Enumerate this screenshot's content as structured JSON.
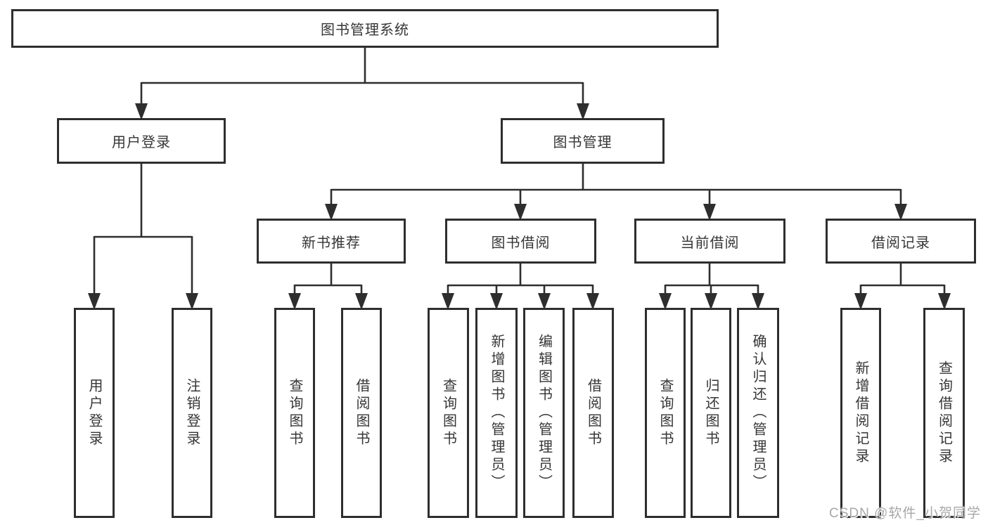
{
  "tree": {
    "root": {
      "label": "图书管理系统"
    },
    "level2": [
      {
        "label": "用户登录"
      },
      {
        "label": "图书管理"
      }
    ],
    "level3": [
      {
        "label": "新书推荐"
      },
      {
        "label": "图书借阅"
      },
      {
        "label": "当前借阅"
      },
      {
        "label": "借阅记录"
      }
    ],
    "leaves": {
      "user_login": [
        {
          "label": "用户登录"
        },
        {
          "label": "注销登录"
        }
      ],
      "new_book": [
        {
          "label": "查询图书"
        },
        {
          "label": "借阅图书"
        }
      ],
      "book_borrow": [
        {
          "label": "查询图书"
        },
        {
          "label": "新增图书（管理员）"
        },
        {
          "label": "编辑图书（管理员）"
        },
        {
          "label": "借阅图书"
        }
      ],
      "current_borrow": [
        {
          "label": "查询图书"
        },
        {
          "label": "归还图书"
        },
        {
          "label": "确认归还（管理员）"
        }
      ],
      "borrow_record": [
        {
          "label": "新增借阅记录"
        },
        {
          "label": "查询借阅记录"
        }
      ]
    }
  },
  "watermark": "CSDN @软件_小贺同学",
  "colors": {
    "line": "#2e2e2e",
    "box_border": "#2e2e2e",
    "box_fill": "#ffffff",
    "text": "#363636",
    "watermark": "#a8a8a8",
    "background": "#ffffff"
  }
}
